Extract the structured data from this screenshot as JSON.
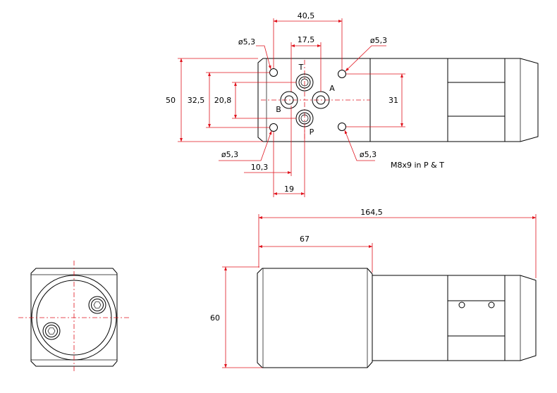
{
  "colors": {
    "dimension": "#e0141e",
    "outline": "#000000",
    "background": "#ffffff"
  },
  "top_view": {
    "dim_40_5": "40,5",
    "dim_17_5": "17,5",
    "dim_50": "50",
    "dim_32_5": "32,5",
    "dim_20_8": "20,8",
    "dim_31": "31",
    "dim_10_3": "10,3",
    "dim_19": "19",
    "hole_tl": "ø5,3",
    "hole_tr": "ø5,3",
    "hole_bl": "ø5,3",
    "hole_br": "ø5,3",
    "port_t": "T",
    "port_a": "A",
    "port_b": "B",
    "port_p": "P",
    "note": "M8x9 in P & T"
  },
  "side_view": {
    "dim_164_5": "164,5",
    "dim_67": "67",
    "dim_60": "60"
  }
}
